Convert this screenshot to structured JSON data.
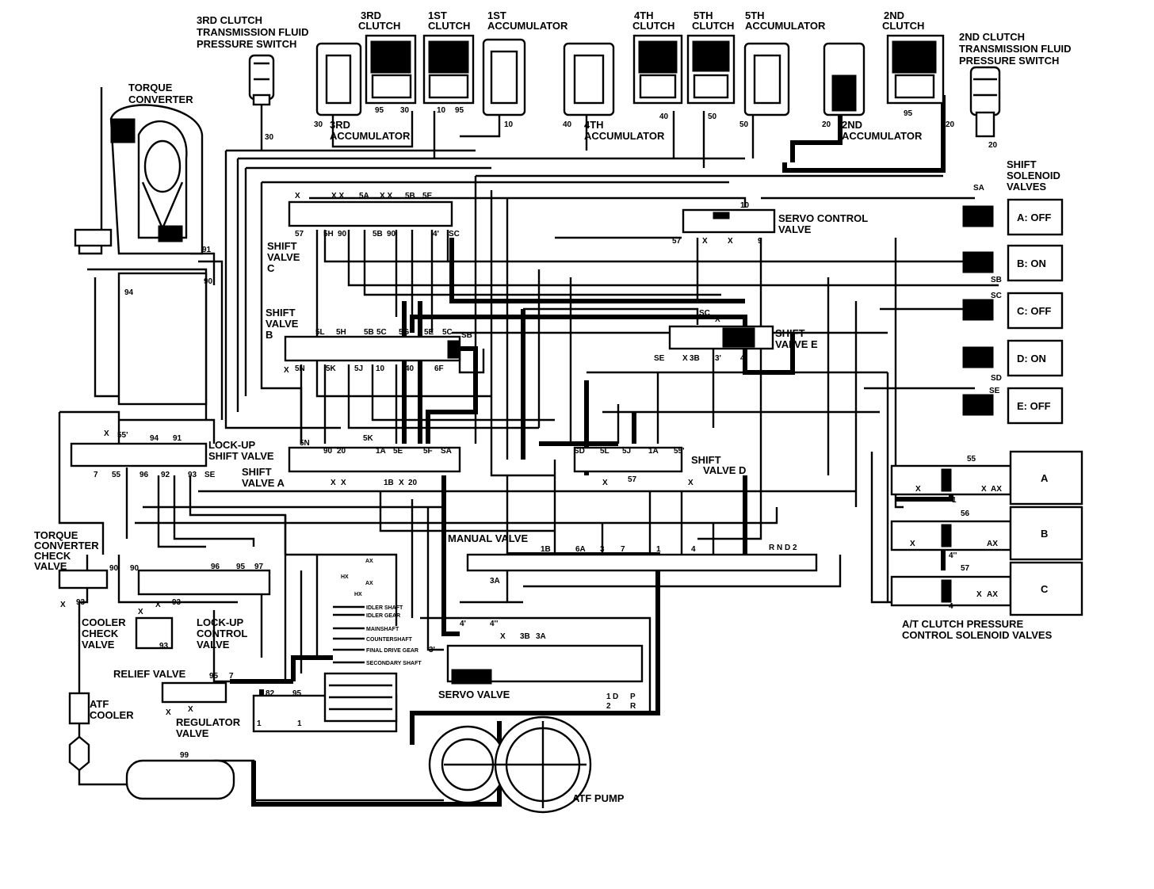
{
  "title": "",
  "components": {
    "clutch_3rd_switch": [
      "3RD CLUTCH",
      "TRANSMISSION FLUID",
      "PRESSURE SWITCH"
    ],
    "clutch_2nd_switch": [
      "2ND CLUTCH",
      "TRANSMISSION FLUID",
      "PRESSURE SWITCH"
    ],
    "clutch_3rd": [
      "3RD",
      "CLUTCH"
    ],
    "clutch_1st": [
      "1ST",
      "CLUTCH"
    ],
    "accumulator_1st": [
      "1ST",
      "ACCUMULATOR"
    ],
    "clutch_4th": [
      "4TH",
      "CLUTCH"
    ],
    "clutch_5th": [
      "5TH",
      "CLUTCH"
    ],
    "accumulator_5th": [
      "5TH",
      "ACCUMULATOR"
    ],
    "clutch_2nd": [
      "2ND",
      "CLUTCH"
    ],
    "accumulator_3rd": [
      "3RD",
      "ACCUMULATOR"
    ],
    "accumulator_4th": [
      "4TH",
      "ACCUMULATOR"
    ],
    "accumulator_2nd": [
      "2ND",
      "ACCUMULATOR"
    ],
    "torque_converter": [
      "TORQUE",
      "CONVERTER"
    ],
    "shift_solenoid_valves": [
      "SHIFT",
      "SOLENOID",
      "VALVES"
    ],
    "servo_control_valve": [
      "SERVO CONTROL",
      "VALVE"
    ],
    "shift_valve_c": [
      "SHIFT",
      "VALVE",
      "C"
    ],
    "shift_valve_b": [
      "SHIFT",
      "VALVE",
      "B"
    ],
    "shift_valve_e": [
      "SHIFT",
      "VALVE E"
    ],
    "shift_valve_a": [
      "SHIFT",
      "VALVE A"
    ],
    "shift_valve_d": [
      "SHIFT",
      "VALVE D"
    ],
    "lockup_shift_valve": [
      "LOCK-UP",
      "SHIFT VALVE"
    ],
    "tc_check_valve": [
      "TORQUE",
      "CONVERTER",
      "CHECK",
      "VALVE"
    ],
    "cooler_check_valve": [
      "COOLER",
      "CHECK",
      "VALVE"
    ],
    "lockup_control_valve": [
      "LOCK-UP",
      "CONTROL",
      "VALVE"
    ],
    "relief_valve": [
      "RELIEF VALVE"
    ],
    "regulator_valve": [
      "REGULATOR",
      "VALVE"
    ],
    "atf_cooler": [
      "ATF",
      "COOLER"
    ],
    "manual_valve": [
      "MANUAL VALVE"
    ],
    "servo_valve": [
      "SERVO VALVE"
    ],
    "atf_pump": [
      "ATF PUMP"
    ],
    "at_clutch_pcs": [
      "A/T CLUTCH PRESSURE",
      "CONTROL SOLENOID VALVES"
    ]
  },
  "solenoids": [
    {
      "id": "A",
      "label": "A: OFF"
    },
    {
      "id": "B",
      "label": "B: ON"
    },
    {
      "id": "C",
      "label": "C: OFF"
    },
    {
      "id": "D",
      "label": "D: ON"
    },
    {
      "id": "E",
      "label": "E: OFF"
    }
  ],
  "pressure_solenoids": [
    "A",
    "B",
    "C"
  ],
  "shaft_labels": [
    "IDLER SHAFT",
    "IDLER GEAR",
    "MAINSHAFT",
    "COUNTERSHAFT",
    "FINAL DRIVE GEAR",
    "SECONDARY SHAFT"
  ],
  "ports": {
    "top": [
      "30",
      "95",
      "30",
      "10",
      "95",
      "10",
      "40",
      "40",
      "50",
      "50",
      "20",
      "95",
      "20",
      "20"
    ],
    "solenoid_lines": [
      "SA",
      "SB",
      "SC",
      "SD",
      "SE"
    ],
    "shift_c": [
      "X",
      "X X",
      "5A",
      "X X",
      "5B",
      "5E",
      "57",
      "5H",
      "90",
      "5B",
      "90",
      "4'",
      "SC"
    ],
    "shift_b": [
      "5L",
      "5H",
      "5B",
      "5C",
      "5G",
      "5E",
      "5C",
      "SB",
      "X",
      "5N",
      "5K",
      "5J",
      "10",
      "40",
      "6F"
    ],
    "servo_ctrl": [
      "10",
      "57",
      "X",
      "X",
      "9"
    ],
    "shift_e": [
      "SC",
      "X",
      "SE",
      "X",
      "3B",
      "3'",
      "4'"
    ],
    "lockup_shift": [
      "X",
      "55'",
      "94",
      "91",
      "7",
      "55",
      "96",
      "92",
      "93",
      "SE"
    ],
    "shift_a": [
      "5N",
      "90",
      "20",
      "5K",
      "1A",
      "5E",
      "5F",
      "SA",
      "X",
      "X",
      "1B",
      "X",
      "20"
    ],
    "shift_d": [
      "SD",
      "5L",
      "5J",
      "1A",
      "55'",
      "X",
      "57",
      "X"
    ],
    "tc_area": [
      "94",
      "91",
      "90",
      "90",
      "90",
      "96",
      "95",
      "97",
      "X",
      "93",
      "X",
      "X",
      "93",
      "93",
      "95",
      "7",
      "X",
      "X",
      "82",
      "95",
      "1",
      "1",
      "99"
    ],
    "manual": [
      "1B",
      "6A",
      "3",
      "7",
      "1",
      "4",
      "3A",
      "R",
      "N",
      "D",
      "2",
      "1",
      "D",
      "2",
      "P",
      "R"
    ],
    "servo": [
      "4'",
      "4''",
      "3B",
      "3A",
      "3'",
      "X"
    ],
    "pressure_ctrl": [
      "55",
      "56",
      "57",
      "X",
      "X",
      "AX",
      "X",
      "AX",
      "X",
      "AX",
      "1",
      "4",
      "4''"
    ],
    "manual_aux": [
      "AX",
      "AX",
      "HX",
      "HX"
    ]
  }
}
